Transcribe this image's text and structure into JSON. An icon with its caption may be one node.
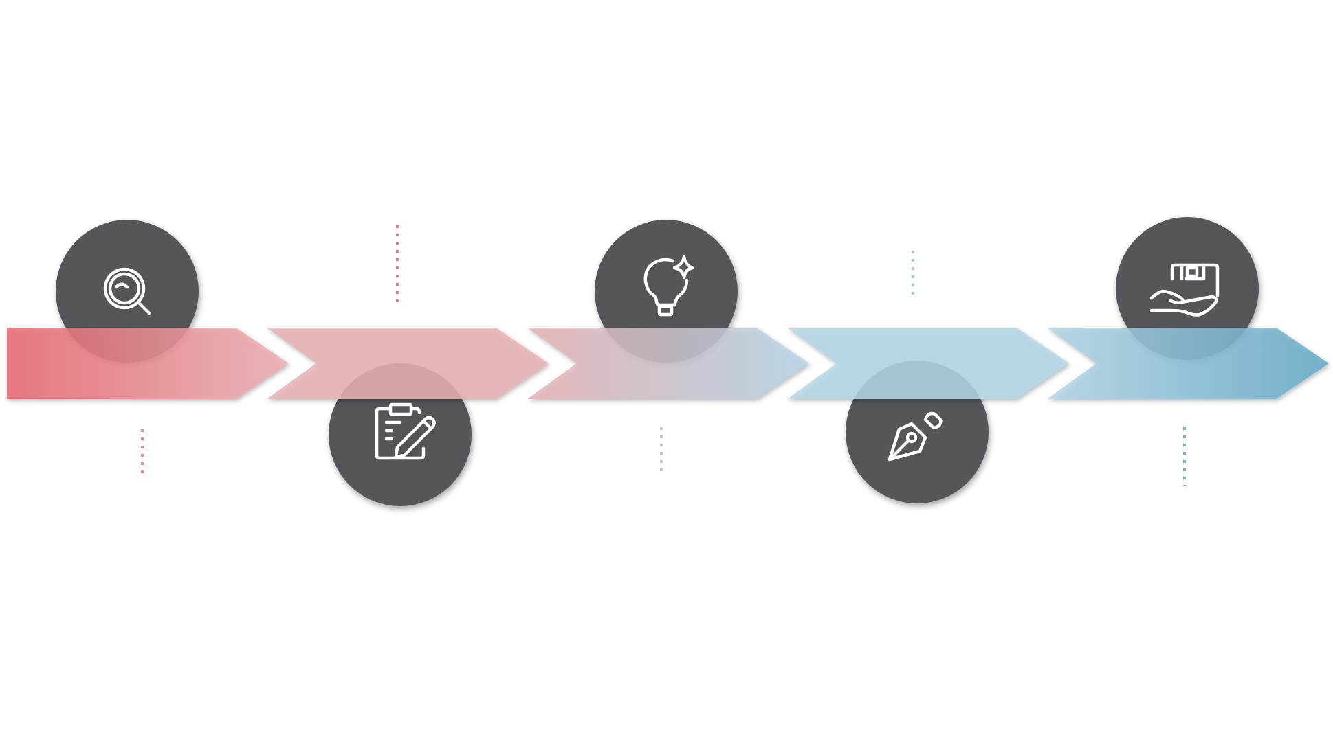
{
  "diagram": {
    "nodes": [
      {
        "text": [],
        "shape": "band"
      },
      {
        "text": [],
        "shape": "band"
      },
      {
        "text": [],
        "shape": "band"
      },
      {
        "text": [],
        "shape": "band"
      },
      {
        "text": [],
        "shape": "band"
      },
      {
        "text": [],
        "shape": "circle"
      },
      {
        "text": [],
        "shape": "circle"
      },
      {
        "text": [],
        "shape": "circle"
      },
      {
        "text": [],
        "shape": "circle"
      },
      {
        "text": [],
        "shape": "circle"
      }
    ]
  }
}
